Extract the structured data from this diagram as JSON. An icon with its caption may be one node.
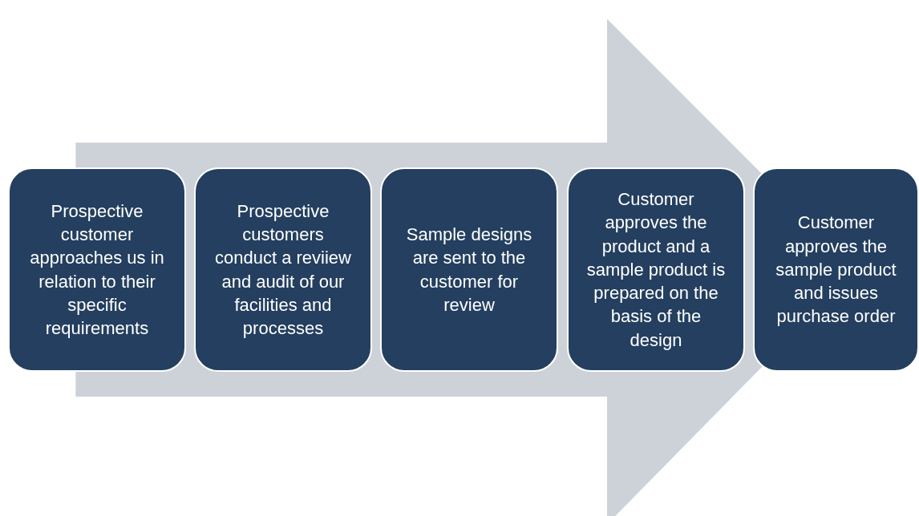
{
  "diagram": {
    "nodes": [
      {
        "text": [
          "Prospective customer approaches us in relation to their specific requirements"
        ]
      },
      {
        "text": [
          "Prospective customers conduct a reviiew and audit of our facilities and processes"
        ]
      },
      {
        "text": [
          "Sample designs are sent to the customer for review"
        ]
      },
      {
        "text": [
          "Customer approves the product and a sample product is prepared on the basis of the design"
        ]
      },
      {
        "text": [
          "Customer approves the sample product and issues purchase order"
        ]
      }
    ],
    "edges": [
      {
        "from": 0,
        "to": 4,
        "arrow": "to"
      }
    ]
  }
}
